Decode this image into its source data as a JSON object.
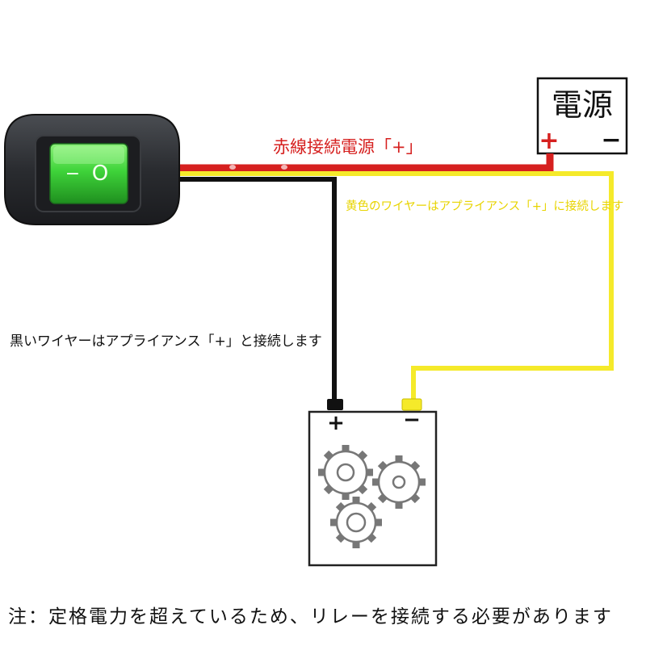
{
  "power_source": {
    "label": "電源",
    "plus": "+",
    "minus": "−"
  },
  "switch": {
    "off_symbol": "−",
    "on_symbol": "O"
  },
  "labels": {
    "red_wire": "赤線接続電源「+」",
    "yellow_wire": "黄色のワイヤーはアプライアンス「+」に接続します",
    "black_wire": "黒いワイヤーはアプライアンス「+」と接続します"
  },
  "appliance": {
    "plus": "+",
    "minus": "−",
    "icon": "gears-icon"
  },
  "note": "注：定格電力を超えているため、リレーを接続する必要があります",
  "colors": {
    "red_wire": "#d6201f",
    "yellow_wire": "#f5ea2a",
    "black_wire": "#111111",
    "switch_green": "#3fd43a",
    "label_red": "#d6201f",
    "label_yellow": "#e8d400"
  }
}
